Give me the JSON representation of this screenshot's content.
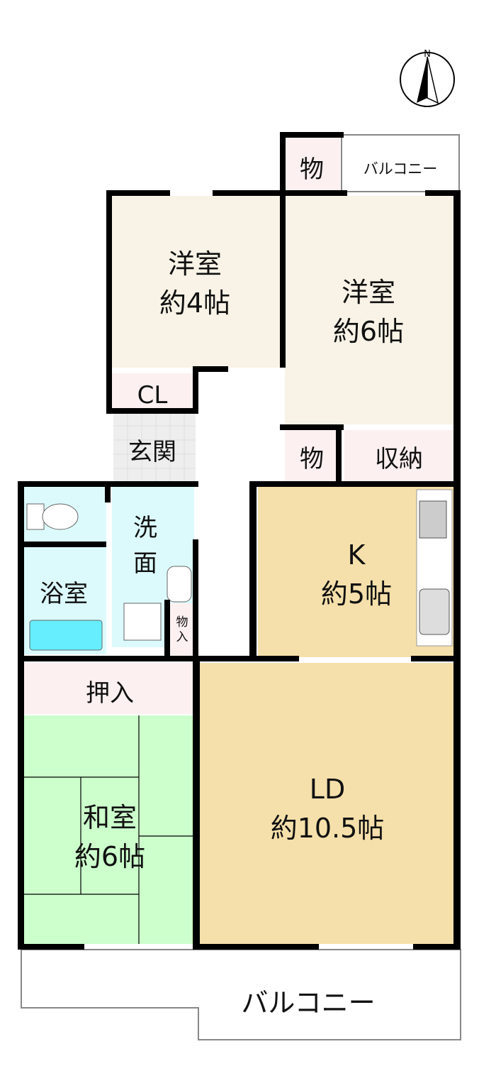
{
  "compass": {
    "north_label": "N"
  },
  "rooms": {
    "western_4": {
      "name": "洋室",
      "size": "約4帖"
    },
    "western_6": {
      "name": "洋室",
      "size": "約6帖"
    },
    "storage_top": {
      "name": "物"
    },
    "balcony_small": {
      "name": "バルコニー"
    },
    "closet": {
      "name": "CL"
    },
    "entrance": {
      "name": "玄関"
    },
    "storage_mid": {
      "name": "物"
    },
    "storage_large": {
      "name": "収納"
    },
    "washroom": {
      "line1": "洗",
      "line2": "面"
    },
    "bathroom": {
      "name": "浴室"
    },
    "storage_small": {
      "line1": "物",
      "line2": "入"
    },
    "kitchen": {
      "name": "K",
      "size": "約5帖"
    },
    "oshiire": {
      "name": "押入"
    },
    "japanese": {
      "name": "和室",
      "size": "約6帖"
    },
    "living_dining": {
      "name": "LD",
      "size": "約10.5帖"
    },
    "balcony_main": {
      "name": "バルコニー"
    }
  },
  "colors": {
    "western": "#f8f3e6",
    "storage": "#fdf0f0",
    "wet": "#dcfafc",
    "kitchen_ld": "#f5e0ab",
    "tatami": "#ccffcc",
    "wall": "#000000"
  }
}
